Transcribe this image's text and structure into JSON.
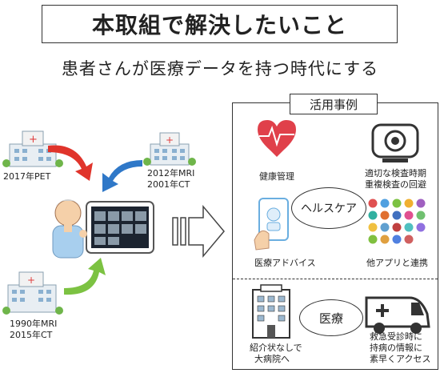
{
  "title": "本取組で解決したいこと",
  "subtitle": "患者さんが医療データを持つ時代にする",
  "hospitals": {
    "top_left": "2017年PET",
    "top_right_1": "2012年MRI",
    "top_right_2": "2001年CT",
    "bottom_1": "1990年MRI",
    "bottom_2": "2015年CT"
  },
  "panel": {
    "tab_label": "活用事例",
    "healthcare": {
      "label": "ヘルスケア",
      "health_management": "健康管理",
      "checkup_1": "適切な検査時期",
      "checkup_2": "重複検査の回避",
      "medical_advice": "医療アドバイス",
      "app_integration": "他アプリと連携"
    },
    "medical": {
      "label": "医療",
      "referral_1": "紹介状なしで",
      "referral_2": "大病院へ",
      "emergency_1": "救急受診時に",
      "emergency_2": "持病の情報に",
      "emergency_3": "素早くアクセス"
    }
  },
  "colors": {
    "red_arrow": "#e0342b",
    "blue_arrow": "#2f78c8",
    "green_arrow": "#7cc242",
    "heart": "#e0404a"
  }
}
